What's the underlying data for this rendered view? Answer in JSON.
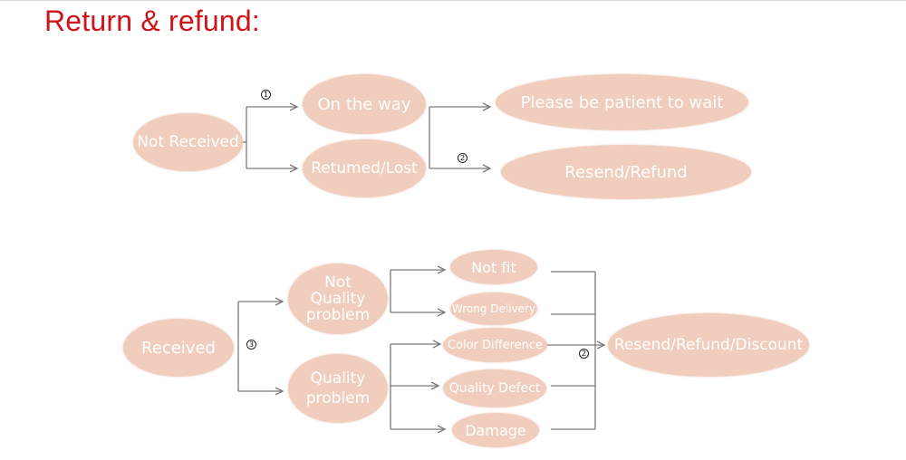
{
  "title": "Return & refund:",
  "nodes": {
    "not_received": "Not Received",
    "on_the_way": "On the way",
    "returned_lost": "Retumed/Lost",
    "please_wait": "Please be patient to wait",
    "resend_refund": "Resend/Refund",
    "received": "Received",
    "not_quality_problem": "Not\nQuality\nproblem",
    "quality_problem": "Quality\nproblem",
    "not_fit": "Not fit",
    "wrong_delivery": "Wrong Delivery",
    "color_difference": "Color Difference",
    "quality_defect": "Quality Defect",
    "damage": "Damage",
    "resend_refund_discount": "Resend/Refund/Discount"
  },
  "badges": {
    "b1": "1",
    "b2_top": "2",
    "b3": "3",
    "b2_bottom": "2"
  },
  "colors": {
    "title": "#d0121b",
    "node_fill": "#f0cdbd",
    "node_text": "#ffffff",
    "connector": "#7a7a7a"
  }
}
